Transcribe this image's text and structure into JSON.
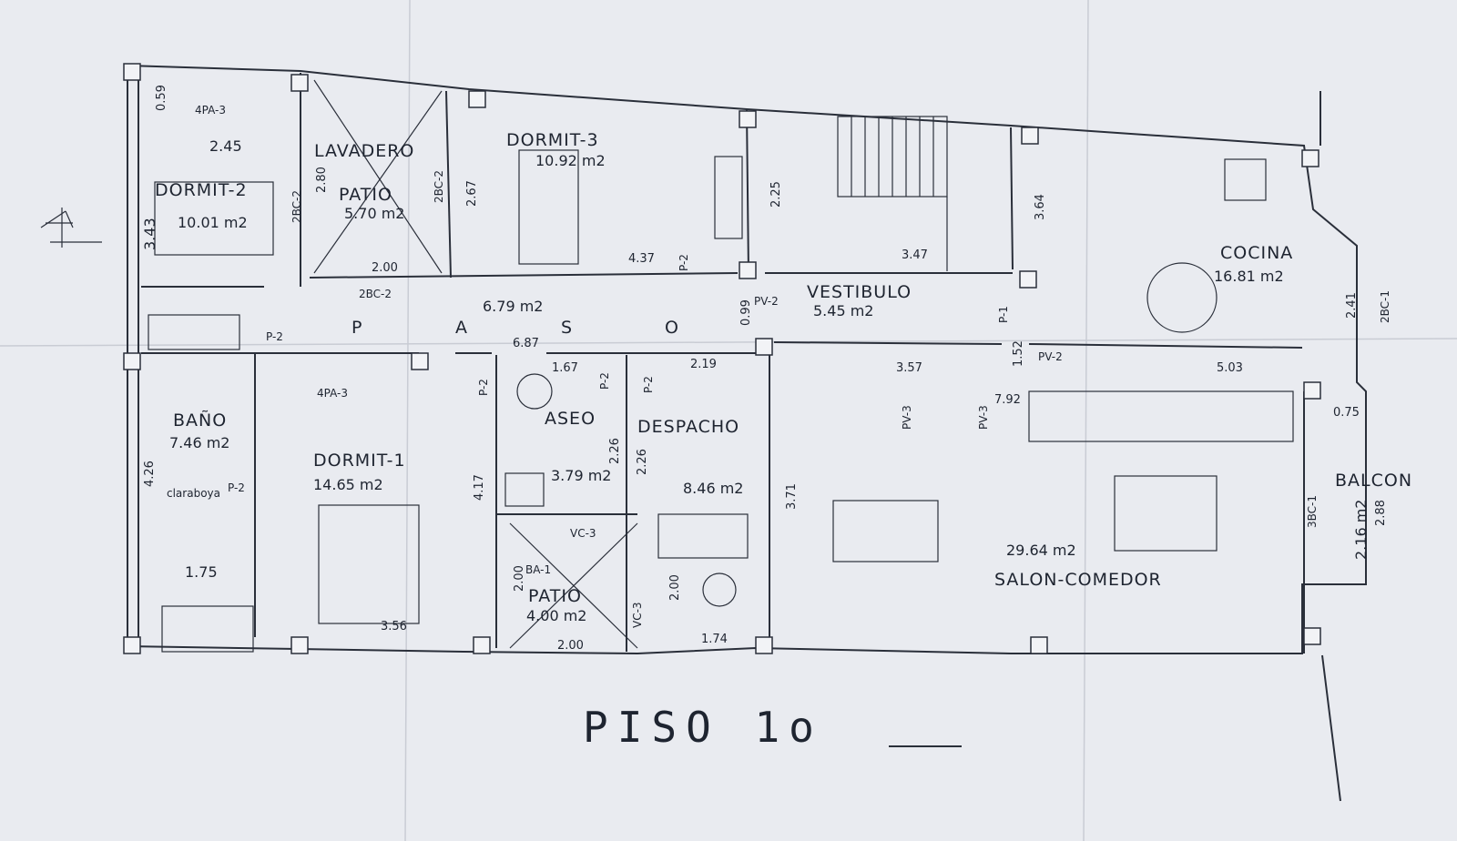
{
  "title": "PISO 1o",
  "rooms": {
    "dormit2": {
      "name": "DORMIT-2",
      "area": "10.01 m2"
    },
    "lavadero": {
      "name": "LAVADERO"
    },
    "patio1": {
      "name": "PATIO",
      "area": "5.70 m2"
    },
    "dormit3": {
      "name": "DORMIT-3",
      "area": "10.92 m2"
    },
    "vestibulo": {
      "name": "VESTIBULO",
      "area": "5.45 m2"
    },
    "cocina": {
      "name": "COCINA",
      "area": "16.81 m2"
    },
    "paso": {
      "letters": [
        "P",
        "A",
        "S",
        "O"
      ],
      "area": "6.79 m2"
    },
    "bano": {
      "name": "BAÑO",
      "area": "7.46 m2"
    },
    "dormit1": {
      "name": "DORMIT-1",
      "area": "14.65 m2"
    },
    "aseo": {
      "name": "ASEO",
      "area": "3.79 m2"
    },
    "despacho": {
      "name": "DESPACHO",
      "area": "8.46 m2"
    },
    "patio2": {
      "name": "PATIO",
      "area": "4.00 m2"
    },
    "salon": {
      "name": "SALON-COMEDOR",
      "area": "29.64 m2"
    },
    "balcon": {
      "name": "BALCON",
      "area": "2.16 m2"
    }
  },
  "dimensions": {
    "d059": "0.59",
    "d245": "2.45",
    "d343": "3.43",
    "d280": "2.80",
    "d267": "2.67",
    "d200a": "2.00",
    "d225": "2.25",
    "d437": "4.37",
    "d347": "3.47",
    "d364": "3.64",
    "d241": "2.41",
    "d099": "0.99",
    "d152": "1.52",
    "d503": "5.03",
    "d075": "0.75",
    "d288": "2.88",
    "d687": "6.87",
    "d167": "1.67",
    "d219": "2.19",
    "d357": "3.57",
    "d792": "7.92",
    "d426": "4.26",
    "d175": "1.75",
    "d356": "3.56",
    "d417": "4.17",
    "d226a": "2.26",
    "d226b": "2.26",
    "d371": "3.71",
    "d200b": "2.00",
    "d200c": "2.00",
    "d200d": "2.00",
    "d174": "1.74"
  },
  "codes": {
    "pa3a": "4PA-3",
    "bc2a": "2BC-2",
    "bc2b": "2BC-2",
    "bc2c": "2BC-2",
    "bc1": "2BC-1",
    "bc3": "3BC-1",
    "p2a": "P-2",
    "p2b": "P-2",
    "p2c": "P-2",
    "p2d": "P-2",
    "p2e": "P-2",
    "p2f": "P-2",
    "p1": "P-1",
    "pv2a": "PV-2",
    "pv2b": "PV-2",
    "pv3a": "PV-3",
    "pv3b": "PV-3",
    "pa3b": "4PA-3",
    "vc3a": "VC-3",
    "vc3b": "VC-3",
    "ba1": "BA-1",
    "claraboya": "claraboya"
  }
}
